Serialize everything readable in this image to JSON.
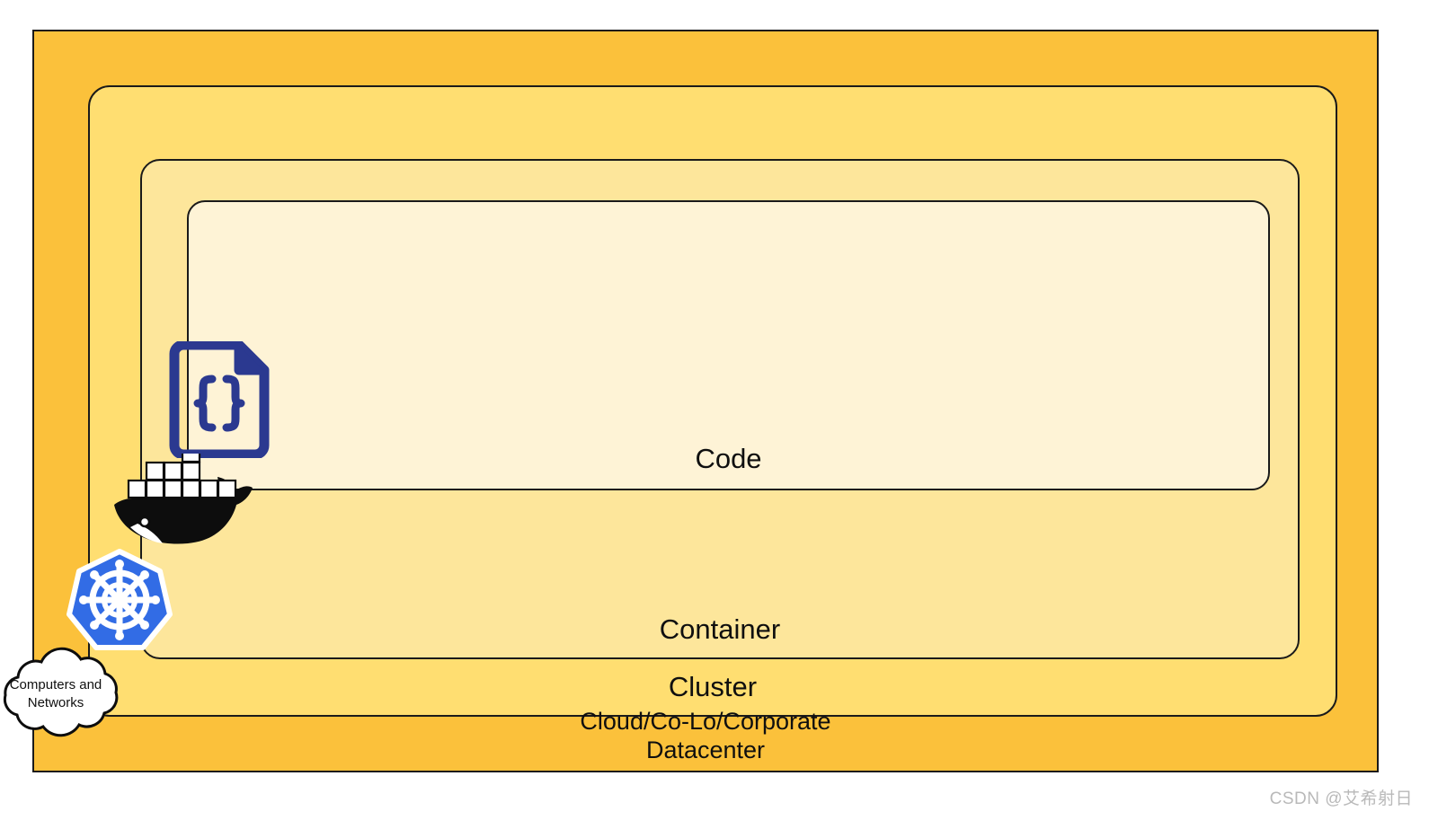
{
  "diagram": {
    "title": "Nested deployment layers",
    "layers": [
      {
        "key": "datacenter",
        "label": "Cloud/Co-Lo/Corporate\nDatacenter",
        "fill": "#FBC13B",
        "stroke": "#1a1a1a"
      },
      {
        "key": "cluster",
        "label": "Cluster",
        "fill": "#FFDE71",
        "stroke": "#1a1a1a"
      },
      {
        "key": "container",
        "label": "Container",
        "fill": "#FDE69B",
        "stroke": "#1a1a1a"
      },
      {
        "key": "code",
        "label": "Code",
        "fill": "#FEF3D6",
        "stroke": "#1a1a1a"
      }
    ]
  },
  "icons": {
    "code_file": {
      "name": "code-file-icon",
      "glyph": "{}",
      "color": "#2B3990"
    },
    "docker": {
      "name": "docker-whale-icon",
      "color": "#0d0d0d"
    },
    "kubernetes": {
      "name": "kubernetes-helm-icon",
      "color": "#326CE5"
    },
    "cloud": {
      "name": "cloud-icon",
      "color": "#ffffff",
      "line1": "Computers and",
      "line2": "Networks"
    }
  },
  "watermark": {
    "text": "CSDN @艾希射日",
    "color": "#b9b9b9"
  }
}
